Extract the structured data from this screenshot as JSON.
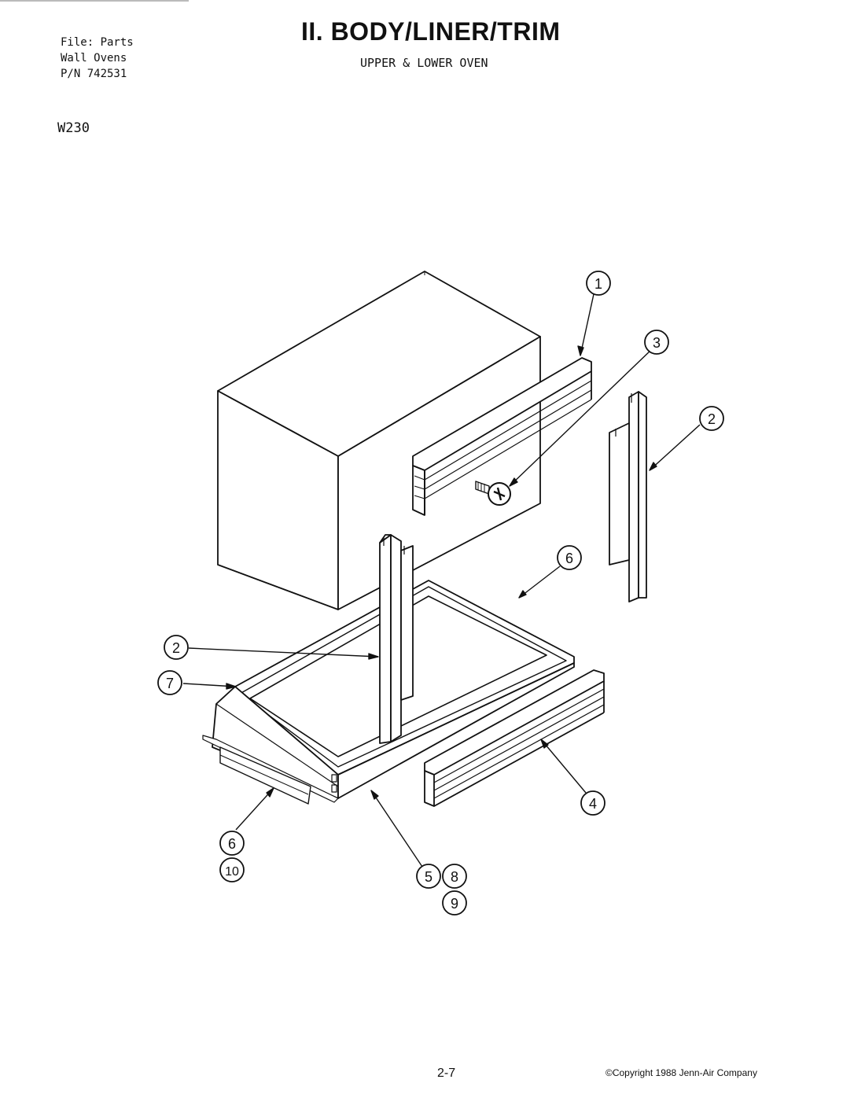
{
  "header": {
    "file_line": "File: Parts",
    "category_line": "Wall Ovens",
    "part_number_line": "P/N 742531",
    "model": "W230",
    "title": "II. BODY/LINER/TRIM",
    "subtitle": "UPPER & LOWER OVEN"
  },
  "callouts": {
    "c1": "1",
    "c2_right": "2",
    "c2_left": "2",
    "c3": "3",
    "c4": "4",
    "c5": "5",
    "c6_top": "6",
    "c6_bottom": "6",
    "c7": "7",
    "c8": "8",
    "c9": "9",
    "c10": "10"
  },
  "footer": {
    "page_number": "2-7",
    "copyright": "©Copyright 1988 Jenn-Air Company"
  }
}
